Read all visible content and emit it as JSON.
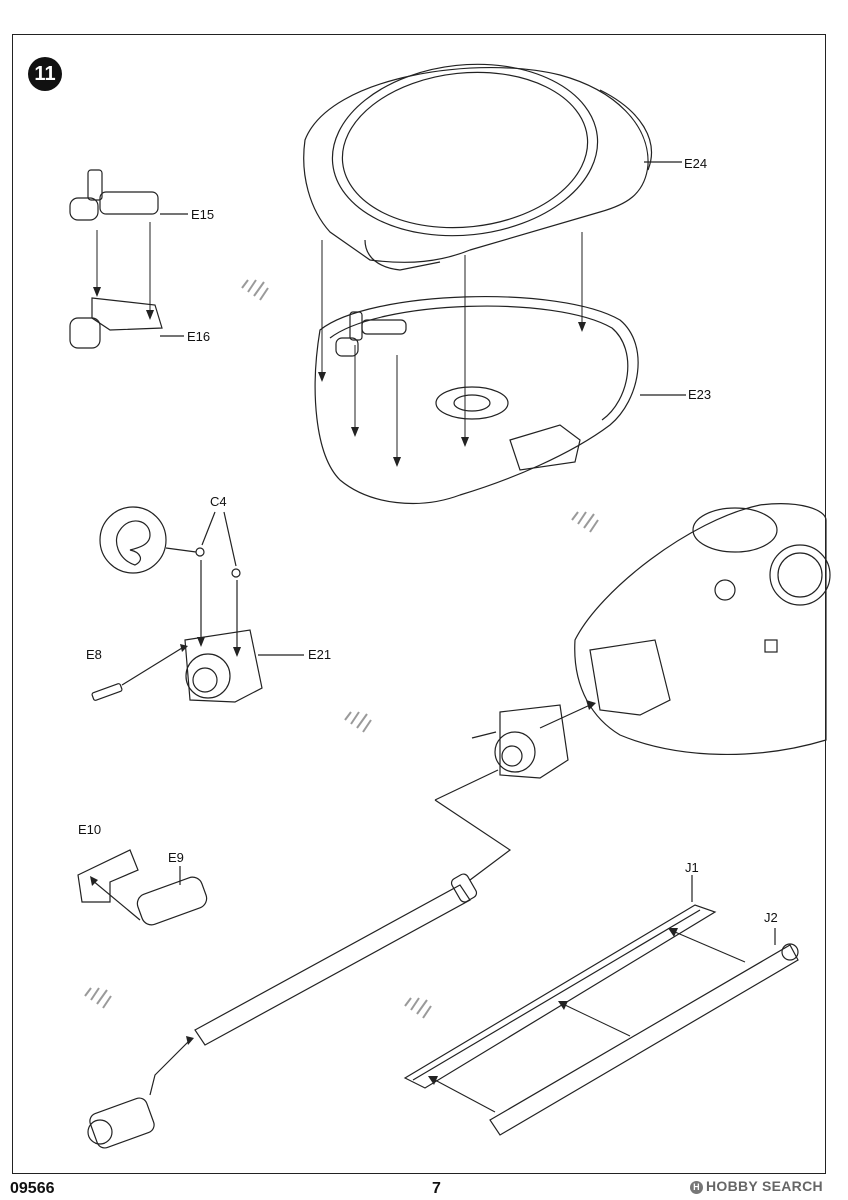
{
  "step": {
    "number": "11"
  },
  "parts": {
    "e15": "E15",
    "e16": "E16",
    "e24": "E24",
    "e23": "E23",
    "c4": "C4",
    "e8": "E8",
    "e21": "E21",
    "e10": "E10",
    "e9": "E9",
    "j1": "J1",
    "j2": "J2"
  },
  "footer": {
    "code": "09566",
    "page": "7",
    "watermark": "HOBBY SEARCH"
  },
  "colors": {
    "line": "#222222",
    "shade": "#9a9a9a",
    "badge": "#111111"
  }
}
